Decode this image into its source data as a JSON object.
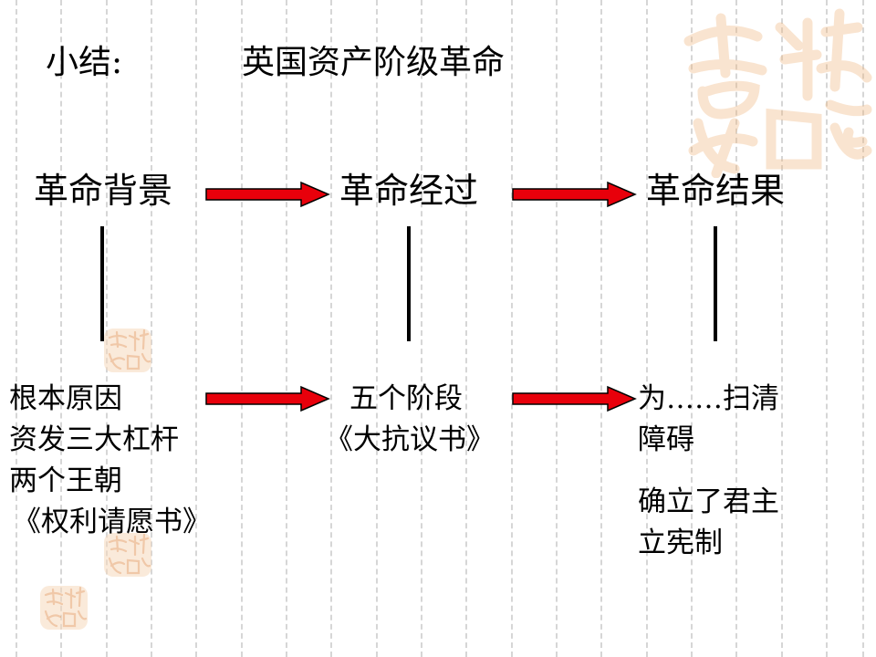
{
  "title": {
    "label": "小结:",
    "subject": "英国资产阶级革命"
  },
  "stages": [
    {
      "heading": "革命背景"
    },
    {
      "heading": "革命经过"
    },
    {
      "heading": "革命结果"
    }
  ],
  "details": {
    "background": [
      "根本原因",
      "资发三大杠杆",
      "两个王朝",
      "《权利请愿书》"
    ],
    "process": [
      "五个阶段",
      "《大抗议书》"
    ],
    "result": [
      "为……扫清",
      "障碍",
      "确立了君主",
      "立宪制"
    ]
  },
  "colors": {
    "arrow": "#e8000b",
    "seal": "#f3c9a3",
    "grid": "#d6d6d6"
  },
  "decor": {
    "watermark_text": "吉祥如意"
  }
}
